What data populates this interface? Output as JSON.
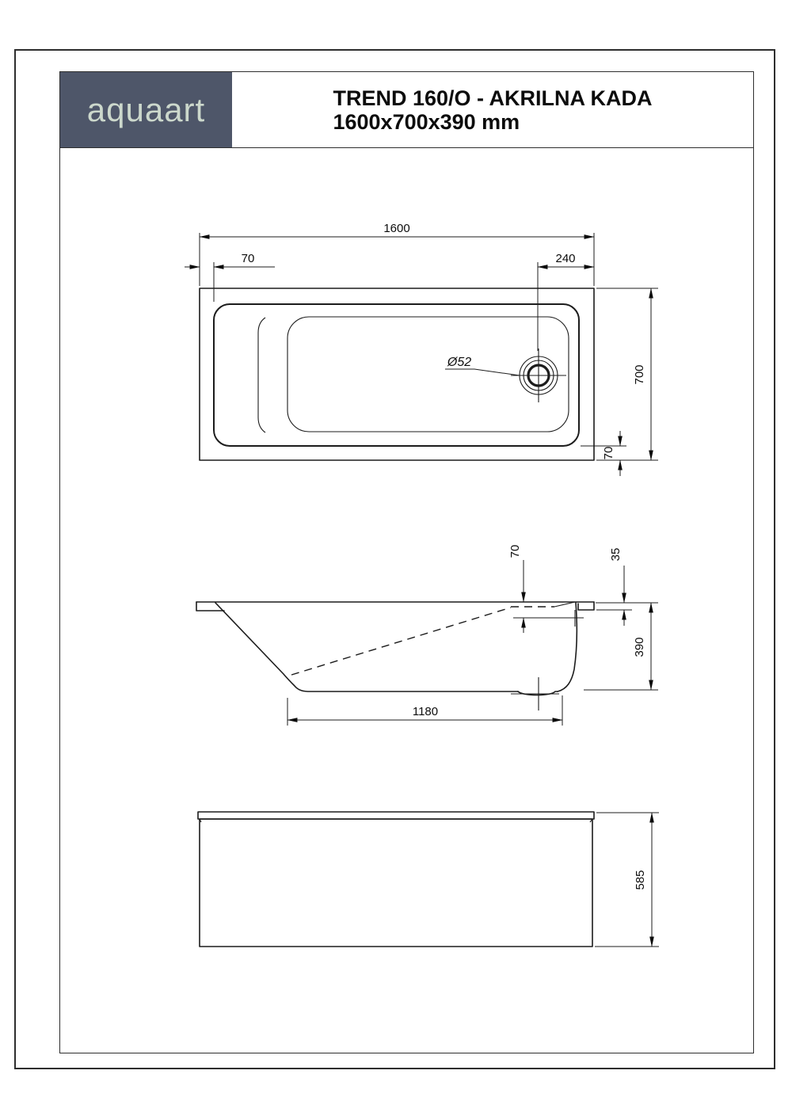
{
  "brand": {
    "logo_text": "aquaart",
    "logo_bg": "#4e5669",
    "logo_color": "#ccd8cc"
  },
  "title_block": {
    "product_title": "TREND 160/O - AKRILNA KADA",
    "product_size": "1600x700x390 mm"
  },
  "top_view": {
    "width": "1600",
    "rim_offset_left": "70",
    "drain_offset_right": "240",
    "depth": "700",
    "rim_offset_bottom": "70",
    "drain_diameter": "Ø52"
  },
  "side_view": {
    "overflow_from_rim": "70",
    "rim_height": "35",
    "tub_height": "390",
    "base_length": "1180"
  },
  "front_view": {
    "panel_height": "585"
  },
  "colors": {
    "line": "#1c1c1c",
    "background": "#ffffff"
  }
}
